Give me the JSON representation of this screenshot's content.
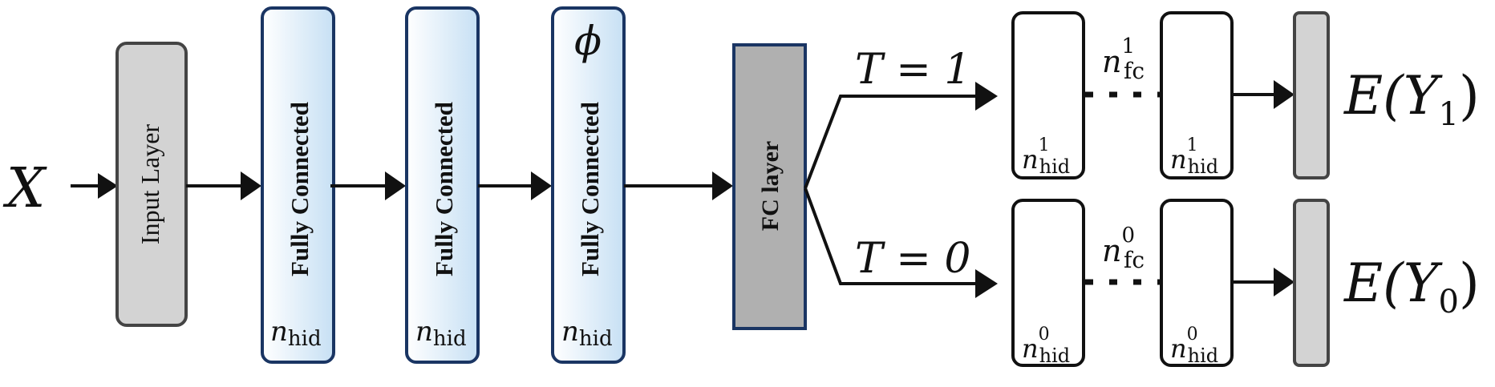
{
  "diagram": {
    "input_var": "X",
    "input_layer_label": "Input Layer",
    "fc_blocks": [
      {
        "label": "Fully Connected",
        "units_base": "n",
        "units_sub": "hid"
      },
      {
        "label": "Fully Connected",
        "units_base": "n",
        "units_sub": "hid"
      },
      {
        "label": "Fully Connected",
        "units_base": "n",
        "units_sub": "hid"
      }
    ],
    "phi_symbol": "ϕ",
    "fc_layer_label": "FC layer",
    "branches": [
      {
        "treatment": "T = 1",
        "fc_count_base": "n",
        "fc_count_sub": "fc",
        "fc_count_sup": "1",
        "hidden_units_base": "n",
        "hidden_units_sub": "hid",
        "hidden_units_sup": "1",
        "output_pre": "E(Y",
        "output_sub": "1",
        "output_post": ")"
      },
      {
        "treatment": "T = 0",
        "fc_count_base": "n",
        "fc_count_sub": "fc",
        "fc_count_sup": "0",
        "hidden_units_base": "n",
        "hidden_units_sub": "hid",
        "hidden_units_sup": "0",
        "output_pre": "E(Y",
        "output_sub": "0",
        "output_post": ")"
      }
    ],
    "colors": {
      "stroke": "#111111",
      "input_fill": "#d3d3d3",
      "input_border": "#444444",
      "fc_border": "#1a3563",
      "fc_grad_light": "#ffffff",
      "fc_grad_dark": "#c7e0f4",
      "fc_layer_fill": "#b0b0b0",
      "fc_layer_border": "#1a3563",
      "output_fill": "#d3d3d3",
      "hidden_fill": "#ffffff"
    }
  }
}
